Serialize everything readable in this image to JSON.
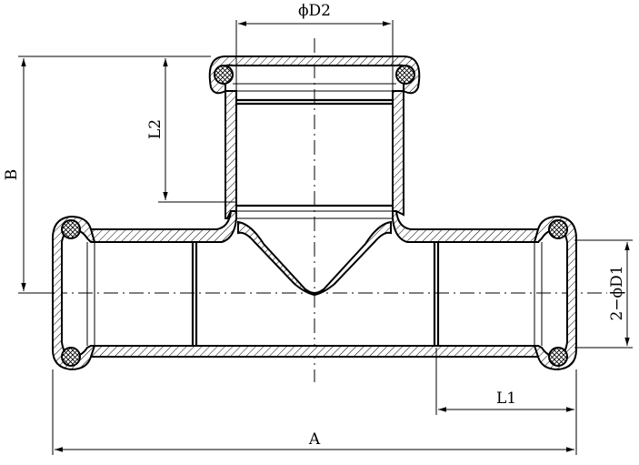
{
  "labels": {
    "dim_d2": "ϕD2",
    "dim_l2": "L2",
    "dim_b": "B",
    "dim_d1": "2−ϕD1",
    "dim_l1": "L1",
    "dim_a": "A"
  }
}
